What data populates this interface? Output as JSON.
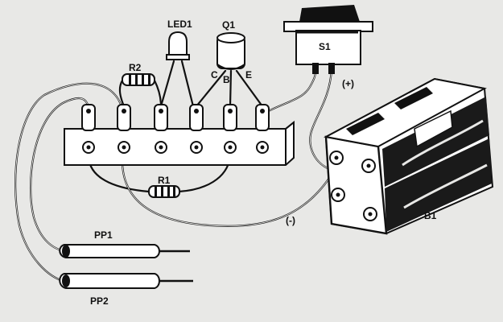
{
  "diagram": {
    "components": {
      "led": "LED1",
      "transistor": "Q1",
      "switch": "S1",
      "resistor_top": "R2",
      "resistor_bottom": "R1",
      "battery": "B1",
      "probe_1": "PP1",
      "probe_2": "PP2"
    },
    "pins": {
      "c": "C",
      "b": "B",
      "e": "E"
    },
    "polarity": {
      "plus": "(+)",
      "minus": "(-)"
    }
  }
}
